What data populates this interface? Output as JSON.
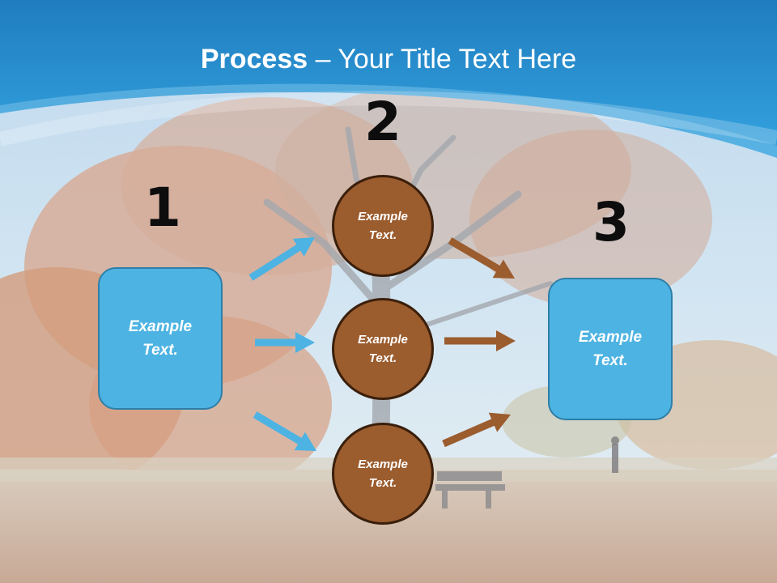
{
  "title": {
    "bold": "Process",
    "dash": " – ",
    "light": "Your Title Text Here"
  },
  "steps": [
    {
      "number": "1",
      "text": "Example Text."
    },
    {
      "number": "2",
      "circles": [
        "Example Text.",
        "Example Text.",
        "Example Text."
      ]
    },
    {
      "number": "3",
      "text": "Example Text."
    }
  ],
  "colors": {
    "header": "#2f95cf",
    "box": "#4db3e2",
    "circle": "#9b5c2e",
    "arrow_blue": "#4db3e2",
    "arrow_brown": "#9b5c2e"
  }
}
